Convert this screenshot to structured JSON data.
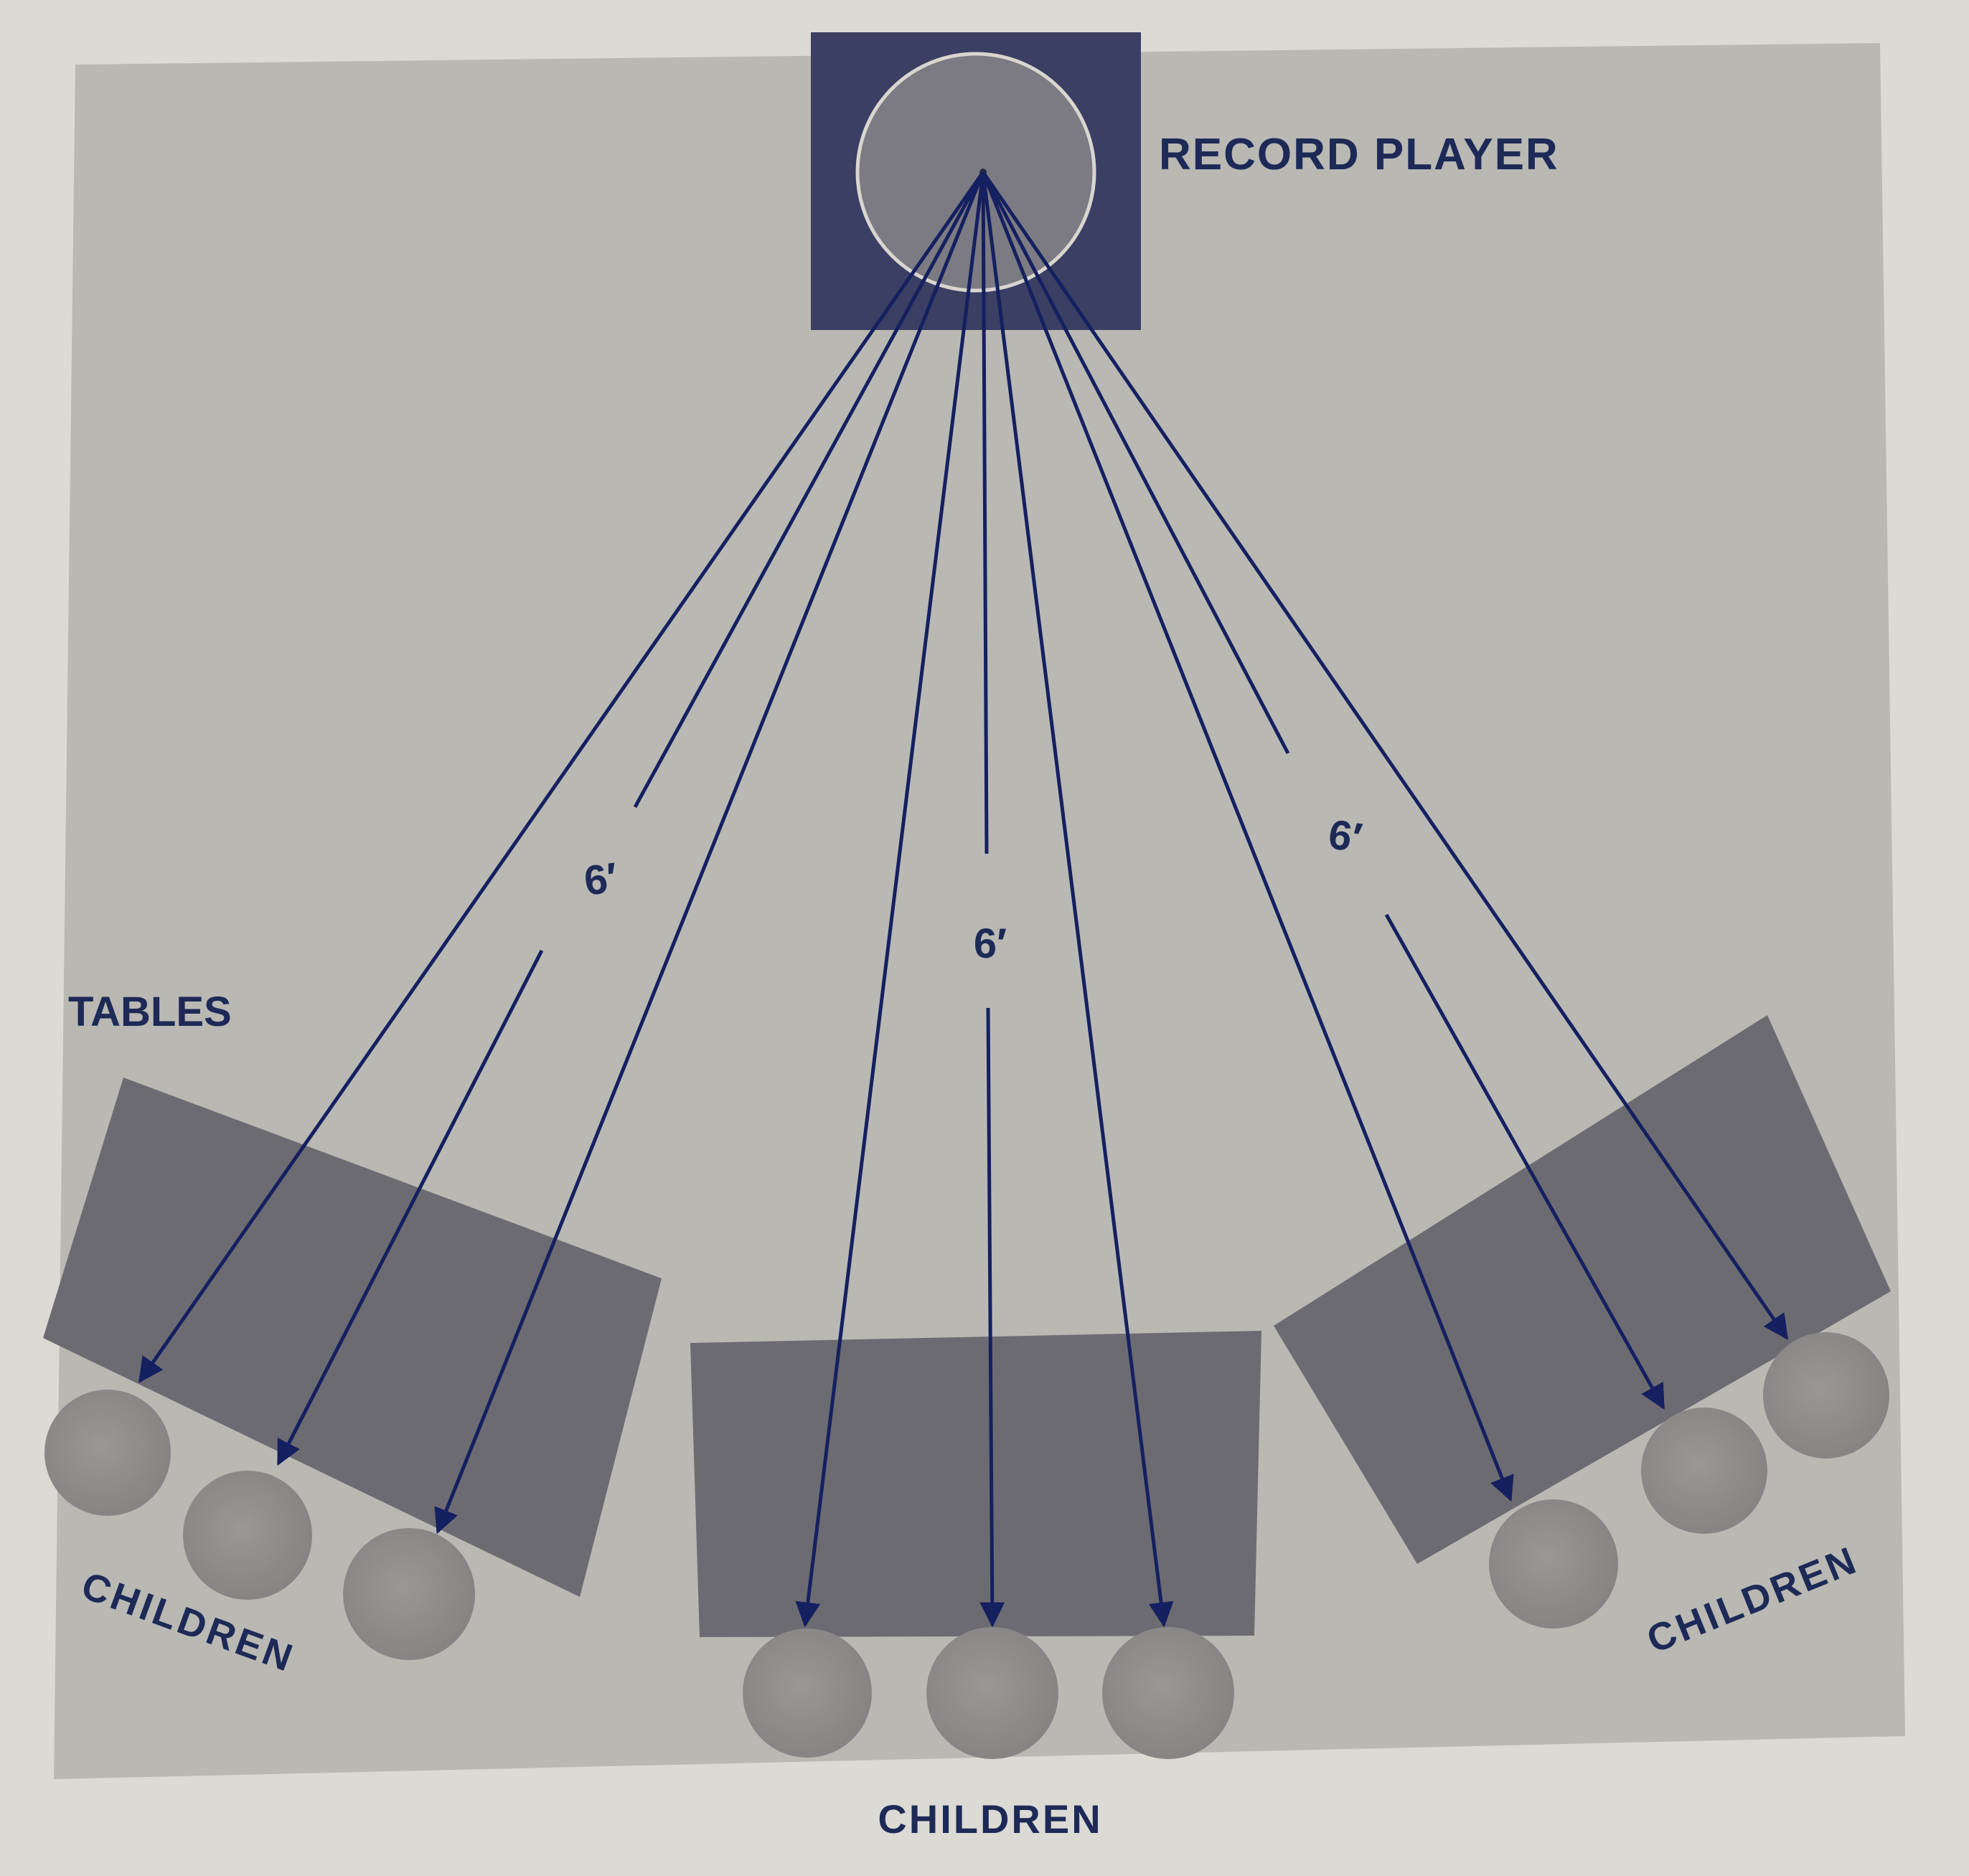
{
  "labels": {
    "record_player": "RECORD PLAYER",
    "tables": "TABLES",
    "children_left": "CHILDREN",
    "children_center": "CHILDREN",
    "children_right": "CHILDREN",
    "distance_left": "6′",
    "distance_center": "6′",
    "distance_right": "6′"
  },
  "colors": {
    "page": "#dcdad4",
    "paper": "#b9b8b3",
    "player_box": "#3b3f63",
    "turntable": "#7c7a82",
    "table": "#6d6b72",
    "child": "#908d8d",
    "line": "#142060",
    "text": "#1d2a57"
  }
}
